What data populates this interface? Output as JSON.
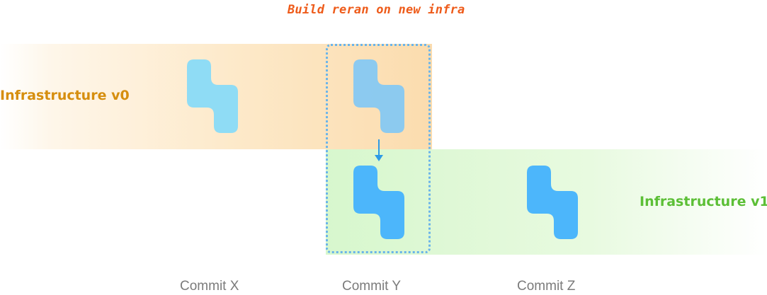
{
  "annotation": {
    "text": "Build reran on new infra",
    "color": "#ee5b1a"
  },
  "infrastructures": [
    {
      "label": "Infrastructure v0",
      "color": "#d68e0e"
    },
    {
      "label": "Infrastructure v1",
      "color": "#5cbf36"
    }
  ],
  "commits": [
    "Commit X",
    "Commit Y",
    "Commit Z"
  ],
  "builds": [
    {
      "commit": "Commit X",
      "infra": "Infrastructure v0",
      "color": "#8fdcf5",
      "icon": "build-icon"
    },
    {
      "commit": "Commit Y",
      "infra": "Infrastructure v0",
      "color": "#86c8f2",
      "icon": "build-icon"
    },
    {
      "commit": "Commit Y",
      "infra": "Infrastructure v1",
      "color": "#4cb6fb",
      "icon": "build-icon"
    },
    {
      "commit": "Commit Z",
      "infra": "Infrastructure v1",
      "color": "#4cb6fb",
      "icon": "build-icon"
    }
  ],
  "rebuild_arrow": {
    "from": "Infrastructure v0",
    "to": "Infrastructure v1",
    "color": "#2d9be6"
  },
  "highlight_color": "#6ab4ea"
}
